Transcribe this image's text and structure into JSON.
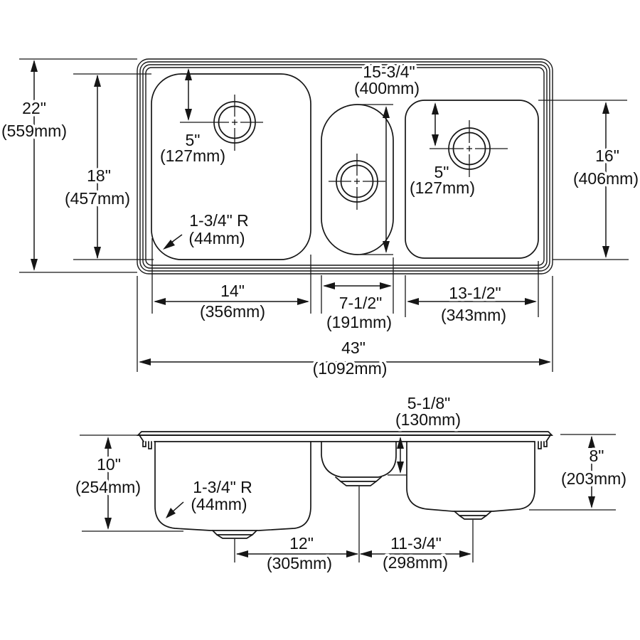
{
  "top_view": {
    "overall_front_to_back": {
      "in": "22\"",
      "mm": "(559mm)"
    },
    "left_bowl_front_to_back": {
      "in": "18\"",
      "mm": "(457mm)"
    },
    "left_drain_from_back": {
      "in": "5\"",
      "mm": "(127mm)"
    },
    "center_bowl_front_to_back": {
      "in": "15-3/4\"",
      "mm": "(400mm)"
    },
    "right_drain_from_back": {
      "in": "5\"",
      "mm": "(127mm)"
    },
    "right_bowl_front_to_back": {
      "in": "16\"",
      "mm": "(406mm)"
    },
    "bowl_corner_radius": {
      "in": "1-3/4\" R",
      "mm": "(44mm)"
    },
    "left_bowl_width": {
      "in": "14\"",
      "mm": "(356mm)"
    },
    "center_bowl_width": {
      "in": "7-1/2\"",
      "mm": "(191mm)"
    },
    "right_bowl_width": {
      "in": "13-1/2\"",
      "mm": "(343mm)"
    },
    "overall_length": {
      "in": "43\"",
      "mm": "(1092mm)"
    }
  },
  "side_view": {
    "left_bowl_depth": {
      "in": "10\"",
      "mm": "(254mm)"
    },
    "bowl_corner_radius": {
      "in": "1-3/4\" R",
      "mm": "(44mm)"
    },
    "center_bowl_depth": {
      "in": "5-1/8\"",
      "mm": "(130mm)"
    },
    "right_bowl_depth": {
      "in": "8\"",
      "mm": "(203mm)"
    },
    "left_to_center_drain": {
      "in": "12\"",
      "mm": "(305mm)"
    },
    "center_to_right_drain": {
      "in": "11-3/4\"",
      "mm": "(298mm)"
    }
  },
  "colors": {
    "line": "#161616",
    "background": "#ffffff"
  }
}
